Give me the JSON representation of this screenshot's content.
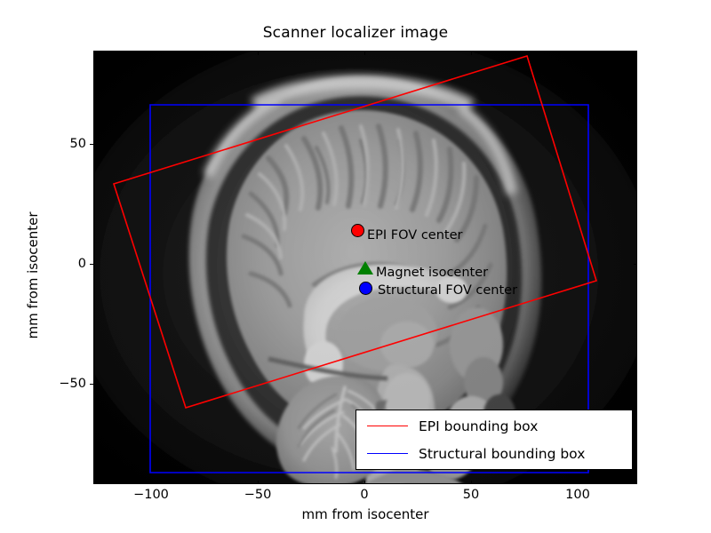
{
  "chart_data": {
    "type": "scatter",
    "title": "Scanner localizer image",
    "xlabel": "mm from isocenter",
    "ylabel": "mm from isocenter",
    "xlim": [
      -117,
      110
    ],
    "ylim": [
      -90,
      90
    ],
    "xticks": [
      -100,
      -50,
      0,
      50,
      100
    ],
    "xticklabels": [
      "−100",
      "−50",
      "0",
      "50",
      "100"
    ],
    "yticks": [
      50,
      0,
      -50
    ],
    "yticklabels": [
      "50",
      "0",
      "−50"
    ],
    "grid": false,
    "background_image": "sagittal-mri-localizer",
    "points": [
      {
        "name": "EPI FOV center",
        "x": -4,
        "y": 13,
        "marker": "circle",
        "color": "#ff0000",
        "size": 9
      },
      {
        "name": "Magnet isocenter",
        "x": 0,
        "y": -1,
        "marker": "triangle",
        "color": "#008000",
        "size": 9
      },
      {
        "name": "Structural FOV center",
        "x": 0,
        "y": -10,
        "marker": "circle",
        "color": "#0000ff",
        "size": 9
      }
    ],
    "boxes": [
      {
        "name": "EPI bounding box",
        "color": "#ff0000",
        "rotated": true,
        "corners": [
          [
            -109,
            33
          ],
          [
            68,
            86
          ],
          [
            96,
            -6
          ],
          [
            -75,
            -59
          ]
        ]
      },
      {
        "name": "Structural bounding box",
        "color": "#0000ff",
        "rotated": false,
        "corners": [
          [
            -90,
            70
          ],
          [
            92,
            70
          ],
          [
            92,
            -83
          ],
          [
            -90,
            -83
          ]
        ]
      }
    ],
    "legend": {
      "position": "lower right",
      "entries": [
        {
          "label": "EPI bounding box",
          "color": "#ff0000",
          "style": "line"
        },
        {
          "label": "Structural bounding box",
          "color": "#0000ff",
          "style": "line"
        }
      ]
    }
  },
  "annotations": {
    "epi_fov_center": "EPI FOV center",
    "magnet_isocenter": "Magnet isocenter",
    "structural_fov_center": "Structural FOV center"
  },
  "colors": {
    "epi": "#ff0000",
    "structural": "#0000ff",
    "isocenter": "#008000",
    "axes_background": "#000000",
    "figure_background": "#ffffff"
  }
}
